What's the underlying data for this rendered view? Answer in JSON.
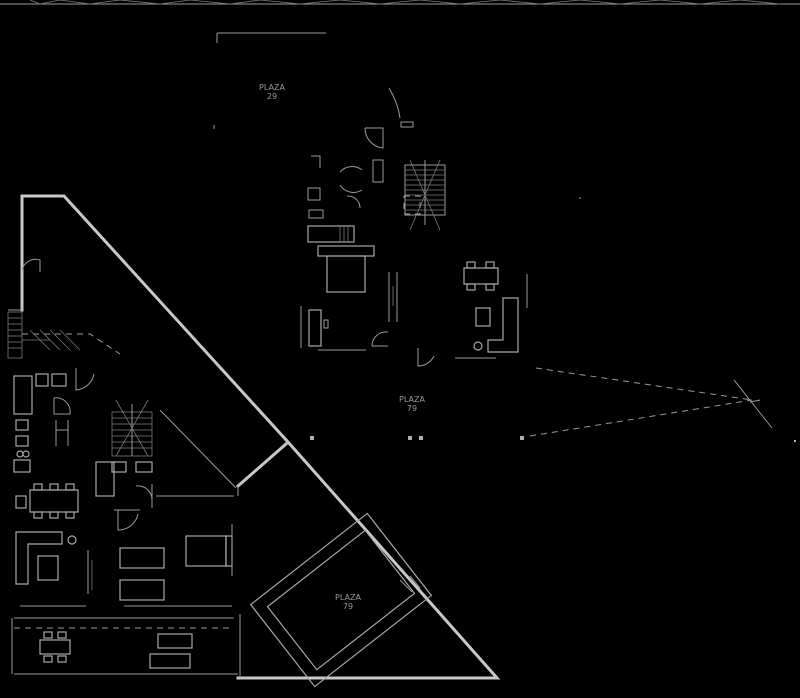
{
  "labels": {
    "plaza_top_name": "PLAZA",
    "plaza_top_number": "29",
    "plaza_center_name": "PLAZA",
    "plaza_center_number": "79",
    "plaza_pool_name": "PLAZA",
    "plaza_pool_number": "79"
  },
  "colors": {
    "background": "#000000",
    "wall": "#c8c8c8",
    "line": "#9a9a9a"
  }
}
